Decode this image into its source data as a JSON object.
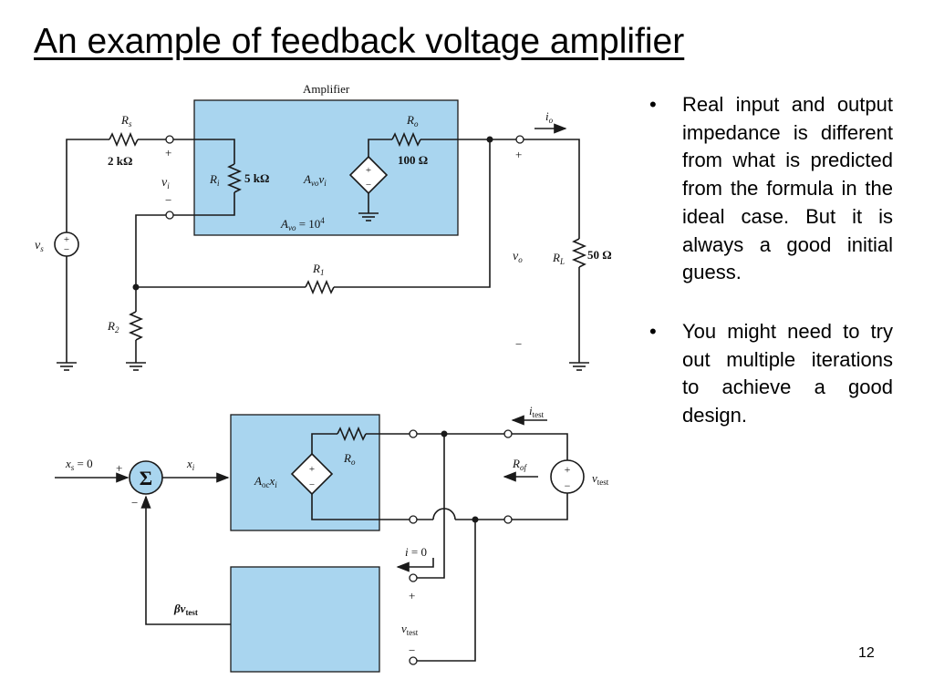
{
  "slide": {
    "title": "An example of feedback voltage amplifier",
    "bullets": [
      "Real input and output impedance is different from what is predicted from the formula in the ideal case. But it is always a good initial guess.",
      "You might need to try out multiple iterations to achieve a good design."
    ],
    "page_number": "12"
  },
  "top_circuit": {
    "amplifier_label": "Amplifier",
    "rs": "R_s",
    "rs_value": "2 kΩ",
    "vs": "v_s",
    "vi": "v_i",
    "plus": "+",
    "minus": "−",
    "ri": "R_i",
    "ri_value": "5 kΩ",
    "gain_source": "A_vo v_i",
    "gain_value": "A_vo = 10^4",
    "ro": "R_o",
    "ro_value": "100 Ω",
    "io": "i_o",
    "vo": "v_o",
    "rl": "R_L",
    "rl_value": "50 Ω",
    "r1": "R_1",
    "r2": "R_2"
  },
  "bottom_circuit": {
    "xs": "x_s = 0",
    "sigma": "Σ",
    "xi": "x_i",
    "gain_source": "A_oc x_i",
    "ro": "R_o",
    "itest": "i_test",
    "rof": "R_of",
    "vtest": "v_test",
    "i_zero": "i = 0",
    "beta_vtest": "βv_test",
    "plus": "+",
    "minus": "−"
  },
  "colors": {
    "block_fill": "#a9d5ef",
    "wire": "#1a1a1a",
    "background": "#ffffff"
  },
  "icons": [
    "resistor-icon",
    "dependent-source-icon",
    "voltage-source-icon",
    "ground-icon",
    "summing-junction-icon"
  ]
}
